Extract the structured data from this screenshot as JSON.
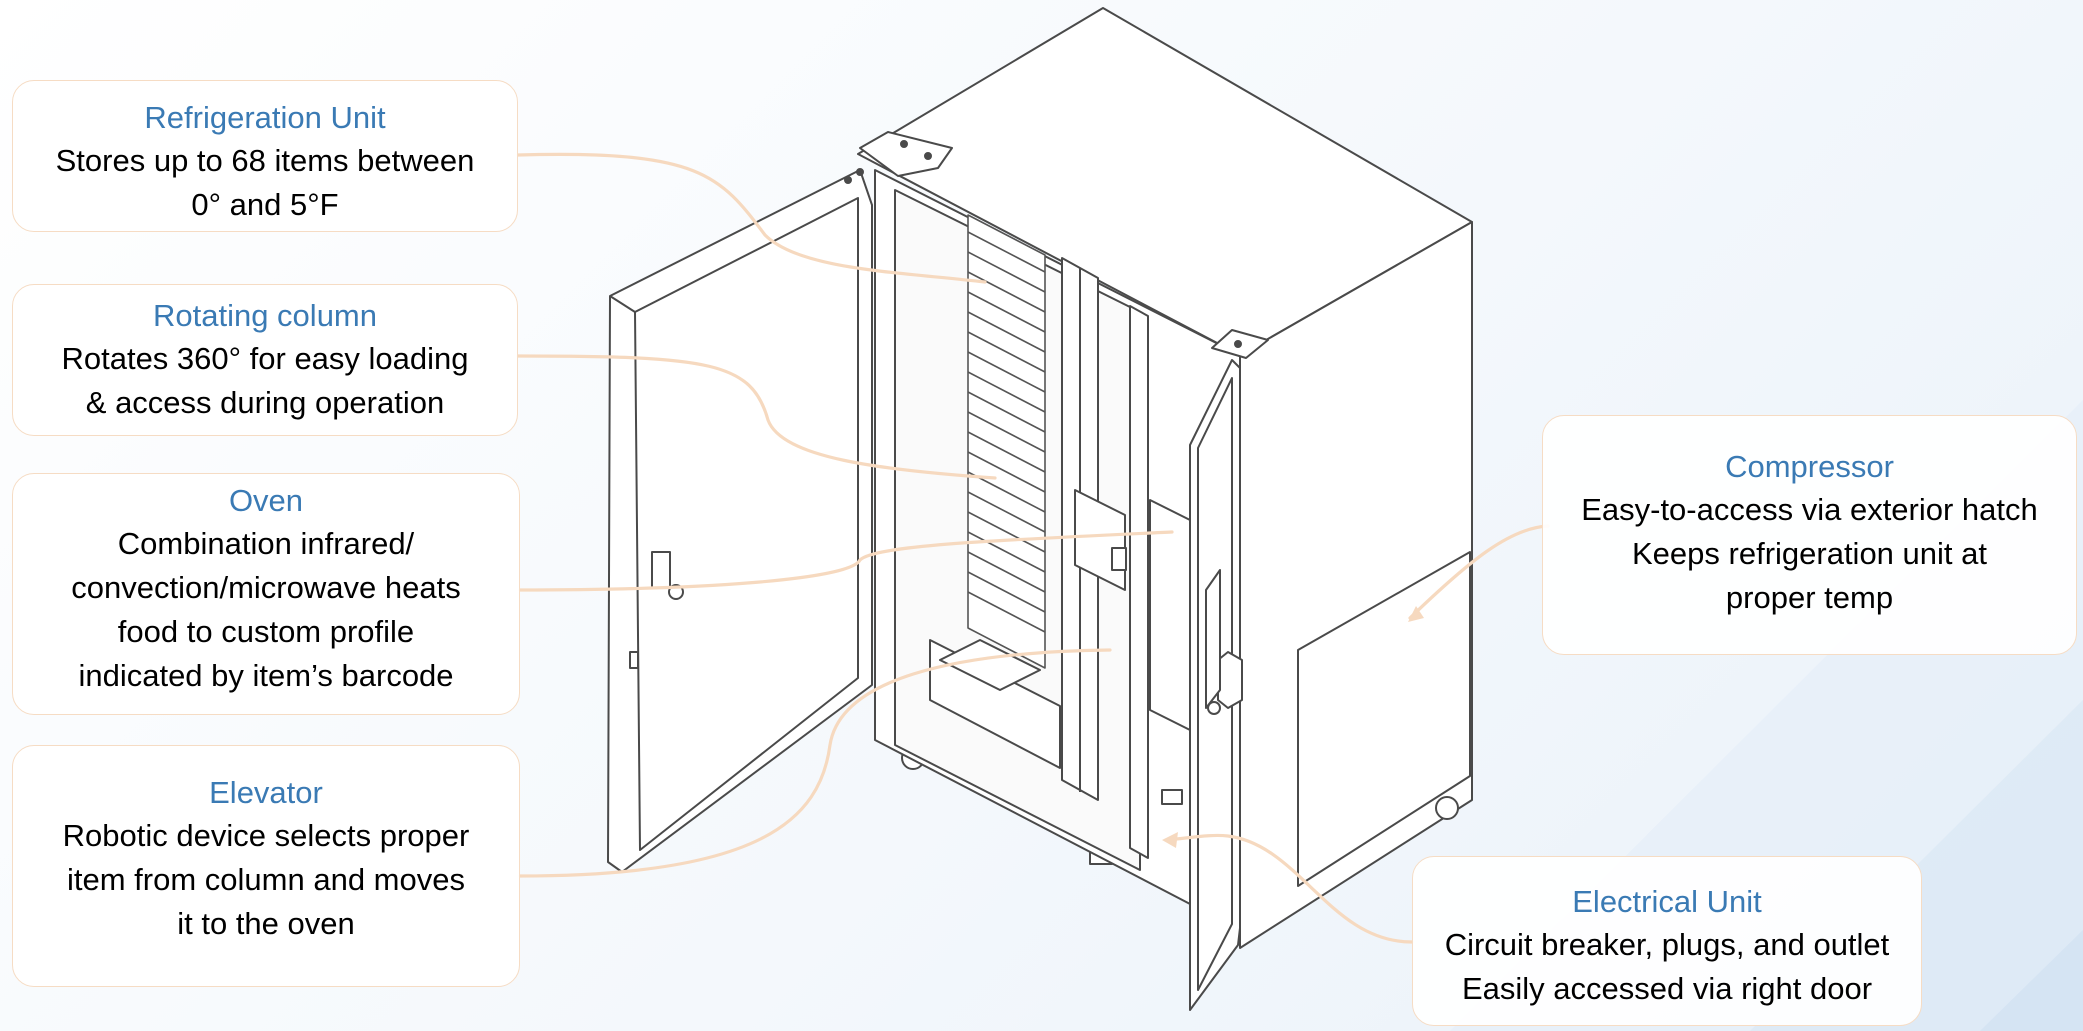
{
  "colors": {
    "title": "#3a7ab4",
    "body_text": "#000000",
    "leader": "#f6d9bf",
    "box_border": "#f6dcc4",
    "line_art": "#4a4a4a"
  },
  "callouts": {
    "refrigeration": {
      "title": "Refrigeration Unit",
      "lines": [
        "Stores up to 68 items between",
        "0° and 5°F"
      ]
    },
    "rotating_column": {
      "title": "Rotating column",
      "lines": [
        "Rotates 360° for easy loading",
        "& access during operation"
      ]
    },
    "oven": {
      "title": "Oven",
      "lines": [
        "Combination infrared/",
        "convection/microwave heats",
        "food to custom profile",
        "indicated by item’s barcode"
      ]
    },
    "elevator": {
      "title": "Elevator",
      "lines": [
        "Robotic device selects proper",
        "item from column and moves",
        "it to the oven"
      ]
    },
    "compressor": {
      "title": "Compressor",
      "lines": [
        "Easy-to-access via exterior hatch",
        "Keeps refrigeration unit at",
        "proper temp"
      ]
    },
    "electrical": {
      "title": "Electrical Unit",
      "lines": [
        "Circuit breaker, plugs, and outlet",
        "Easily accessed via right door"
      ]
    }
  }
}
